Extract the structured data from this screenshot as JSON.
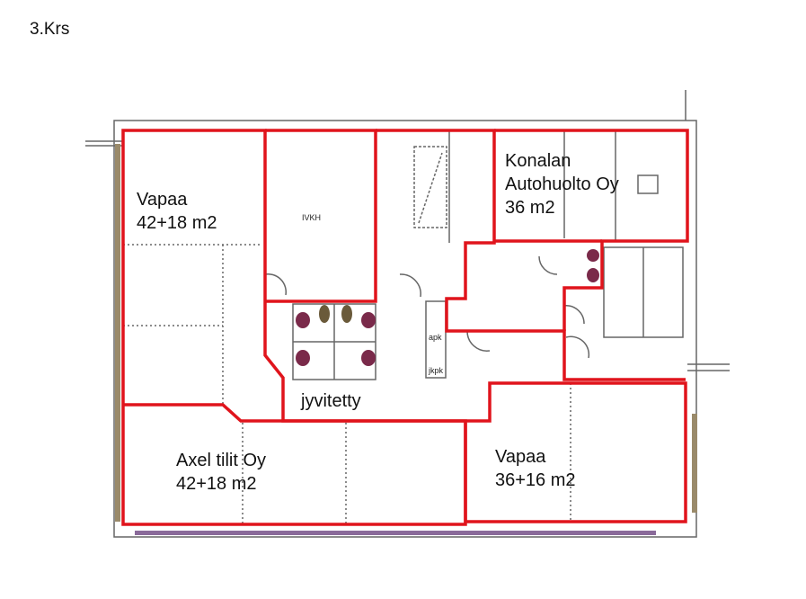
{
  "floor_title": "3.Krs",
  "rooms": [
    {
      "name": "Vapaa",
      "area": "42+18 m2"
    },
    {
      "name": "IVKH"
    },
    {
      "name": "Konalan Autohuolto Oy",
      "line1": "Konalan",
      "line2": "Autohuolto Oy",
      "area": "36 m2"
    },
    {
      "name": "jyvitetty"
    },
    {
      "name": "Axel tilit Oy",
      "area": "42+18 m2"
    },
    {
      "name": "Vapaa",
      "area": "36+16 m2"
    }
  ],
  "fixture_labels": [
    "apk",
    "jkpk"
  ],
  "colors": {
    "boundary": "#e0141c",
    "walls": "#555555"
  }
}
